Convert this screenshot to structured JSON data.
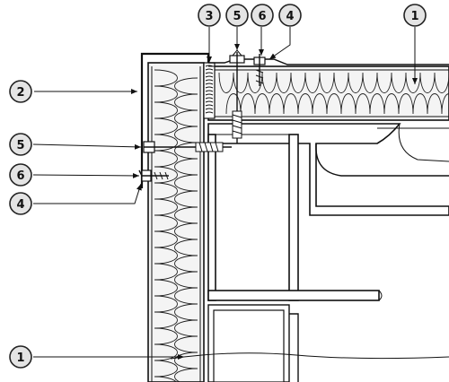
{
  "callouts": [
    {
      "id": "c-1-top",
      "label": "1"
    },
    {
      "id": "c-2",
      "label": "2"
    },
    {
      "id": "c-3",
      "label": "3"
    },
    {
      "id": "c-5-top",
      "label": "5"
    },
    {
      "id": "c-6-top",
      "label": "6"
    },
    {
      "id": "c-4-top",
      "label": "4"
    },
    {
      "id": "c-5-side",
      "label": "5"
    },
    {
      "id": "c-6-side",
      "label": "6"
    },
    {
      "id": "c-4-side",
      "label": "4"
    },
    {
      "id": "c-1-bottom",
      "label": "1"
    }
  ]
}
